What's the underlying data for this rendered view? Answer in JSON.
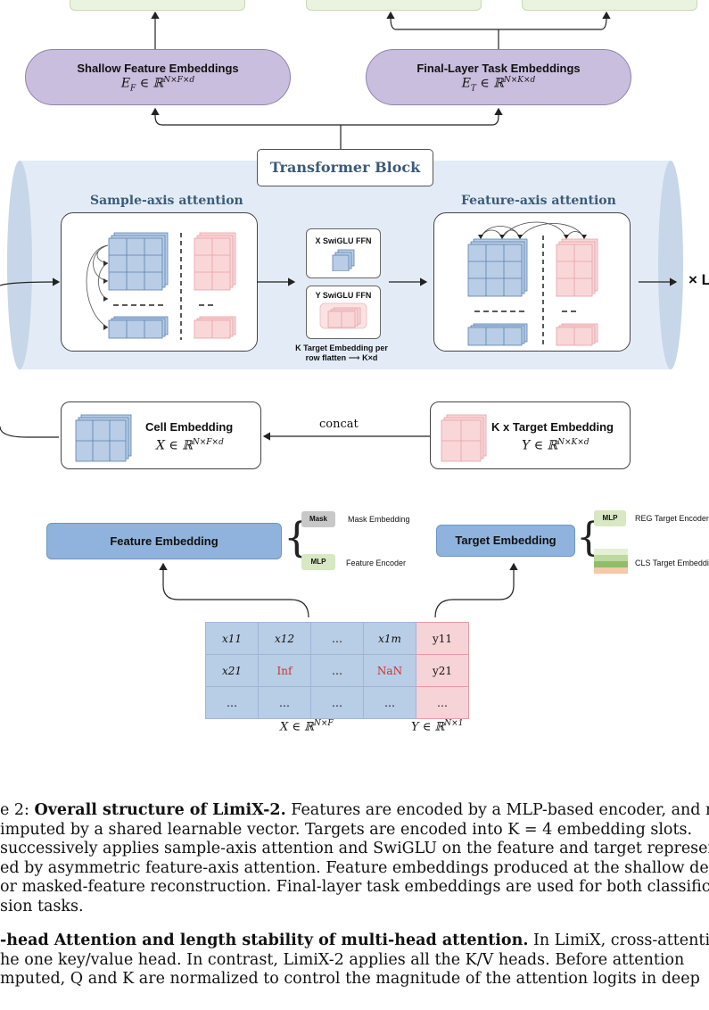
{
  "diagram": {
    "shallow": {
      "title": "Shallow Feature Embeddings",
      "math_base": "E",
      "math_sub": "F",
      "math_rest": " ∈ ℝ",
      "math_sup": "N×F×d"
    },
    "final": {
      "title": "Final-Layer Task Embeddings",
      "math_base": "E",
      "math_sub": "T",
      "math_rest": " ∈ ℝ",
      "math_sup": "N×K×d"
    },
    "transformer_block": "Transformer Block",
    "sample_axis": "Sample-axis attention",
    "feature_axis": "Feature-axis attention",
    "x_ffn": "X SwiGLU FFN",
    "y_ffn": "Y SwiGLU FFN",
    "flatten_note_1": "K Target Embedding per",
    "flatten_note_2": "row flatten",
    "flatten_note_3": "K×d",
    "repeat": "× L",
    "cell": {
      "title": "Cell Embedding",
      "math": "X ∈ ℝ",
      "sup": "N×F×d"
    },
    "target": {
      "title": "K x Target Embedding",
      "math": "Y ∈ ℝ",
      "sup": "N×K×d"
    },
    "concat": "concat",
    "feature_embedding": "Feature Embedding",
    "target_embedding": "Target Embedding",
    "mask_tag": "Mask",
    "mask_label": "Mask Embedding",
    "mlp_tag": "MLP",
    "feature_encoder_label": "Feature Encoder",
    "reg_label": "REG Target Encoder",
    "cls_label": "CLS Target Embedding",
    "table": {
      "rows": [
        [
          "x11",
          "x12",
          "…",
          "x1m",
          "y11"
        ],
        [
          "x21",
          "Inf",
          "…",
          "NaN",
          "y21"
        ],
        [
          "…",
          "…",
          "…",
          "…",
          "…"
        ]
      ]
    },
    "x_space": {
      "math": "X ∈ ℝ",
      "sup": "N×F"
    },
    "y_space": {
      "math": "Y ∈ ℝ",
      "sup": "N×1"
    }
  },
  "caption": {
    "prefix": "e 2: ",
    "bold": "Overall structure of LimiX-2.",
    "line1_rest": " Features are encoded by a MLP-based encoder, and m",
    "line2": "imputed by a shared learnable vector.  Targets are encoded into K = 4 embedding slots.",
    "line3": "successively applies sample-axis attention and SwiGLU on the feature and target represent",
    "line4": "ed by asymmetric feature-axis attention. Feature embeddings produced at the shallow dep",
    "line5": "or masked-feature reconstruction. Final-layer task embeddings are used for both classificatio",
    "line6": "sion tasks."
  },
  "paragraph": {
    "bold": "-head Attention and length stability of multi-head attention.",
    "line1_rest": "   In LimiX, cross-attention",
    "line2": "he one key/value head. In contrast, LimiX-2 applies all the K/V heads. Before attention",
    "line3": "mputed, Q and K are normalized to control the magnitude of the attention logits in deep"
  }
}
